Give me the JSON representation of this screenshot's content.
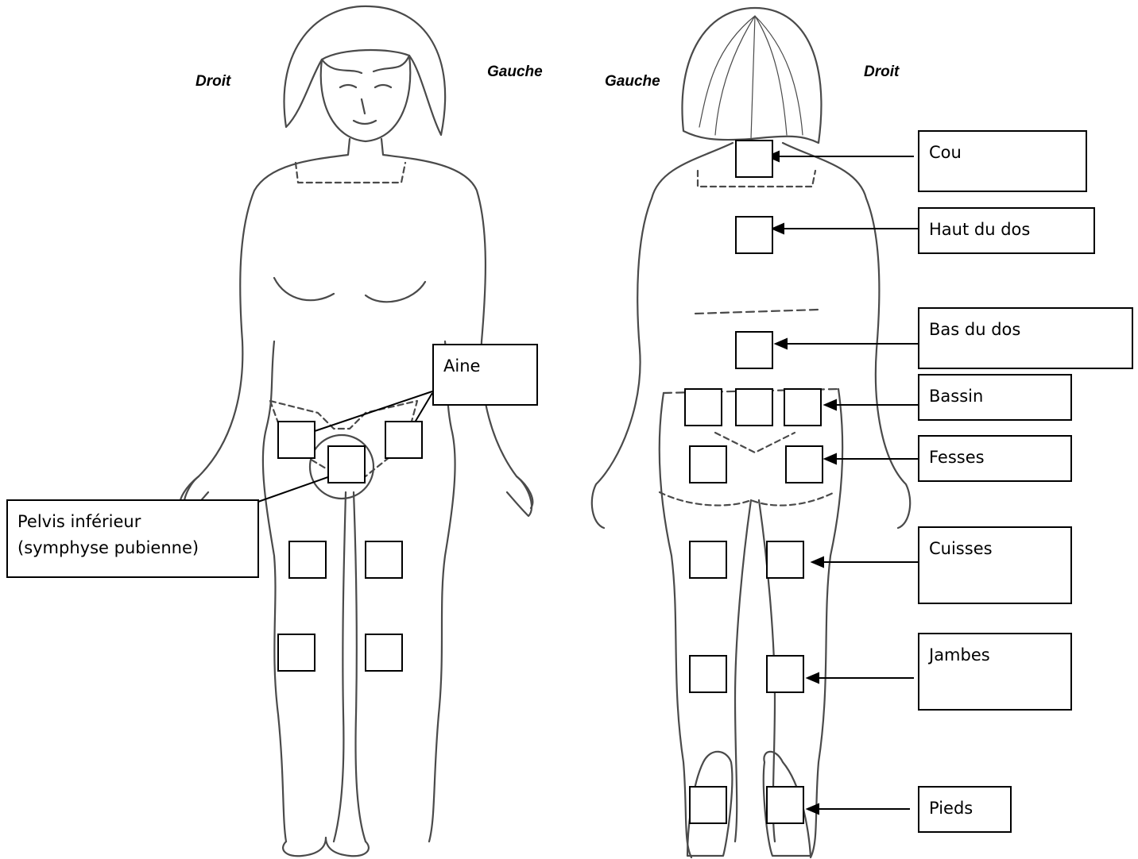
{
  "orientation": {
    "front_right": "Droit",
    "front_left": "Gauche",
    "back_left": "Gauche",
    "back_right": "Droit"
  },
  "regions": {
    "aine": "Aine",
    "pelvis_inferieur_line1": "Pelvis inférieur",
    "pelvis_inferieur_line2": "(symphyse pubienne)",
    "cou": "Cou",
    "haut_du_dos": "Haut du dos",
    "bas_du_dos": "Bas du dos",
    "bassin": "Bassin",
    "fesses": "Fesses",
    "cuisses": "Cuisses",
    "jambes": "Jambes",
    "pieds": "Pieds"
  },
  "colors": {
    "ink": "#000000",
    "sketch": "#4a4a4a",
    "background": "#ffffff"
  }
}
